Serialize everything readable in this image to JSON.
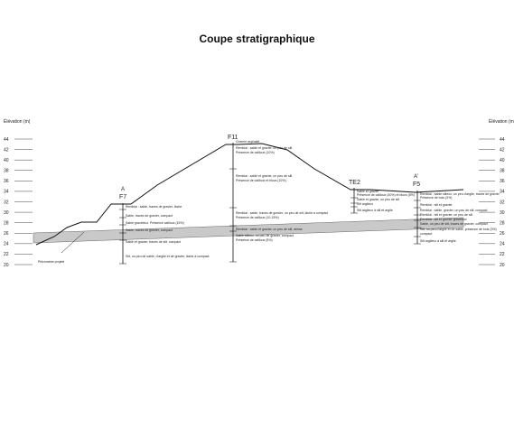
{
  "title": "Coupe stratigraphique",
  "axis": {
    "label": "Élévation (m)",
    "ticks": [
      44,
      42,
      40,
      38,
      36,
      34,
      32,
      30,
      28,
      26,
      24,
      22,
      20
    ],
    "range": [
      20,
      44
    ]
  },
  "piezo_label": "Piézomètre projeté",
  "boreholes": [
    {
      "id": "F7",
      "prefix": "A",
      "layers": [
        {
          "text": "Remblai : sable, traces de gravier, lâche"
        },
        {
          "text": "Sable, traces de gravier, compact"
        },
        {
          "text": "Sable graveleux. Présence cailloux (15%)"
        },
        {
          "text": "Sable, traces de gravier, compact"
        },
        {
          "text": "Sable et gravier, traces de silt, compact"
        },
        {
          "text": "Silt, un peu de sable, d'argile et de gravier, lâche à compact"
        }
      ]
    },
    {
      "id": "F11",
      "prefix": "",
      "layers": [
        {
          "text": "Chemin asphalté"
        },
        {
          "text": "Remblai : sable et gravier, un peu de silt"
        },
        {
          "text": "Présence de cailloux (10%)"
        },
        {
          "text": "Remblai : sable et gravier, un peu de silt"
        },
        {
          "text": "Présence de cailloux et blocs (10%)"
        },
        {
          "text": "Remblai : sable, traces de gravier, un peu de silt, lâche à compact"
        },
        {
          "text": "Présence de cailloux (10-15%)"
        },
        {
          "text": "Remblai : sable et gravier, un peu de silt, dense"
        },
        {
          "text": "Sable silteux, un peu de gravier, compact"
        },
        {
          "text": "Présence de cailloux (5%)"
        }
      ]
    },
    {
      "id": "TE2",
      "prefix": "",
      "layers": [
        {
          "text": "Sable et gravier"
        },
        {
          "text": "Présence de cailloux (30%) et blocs (5%)"
        },
        {
          "text": "Sable et gravier, un peu de silt"
        },
        {
          "text": "Silt argileux"
        },
        {
          "text": "Silt argileux à silt et argile"
        }
      ]
    },
    {
      "id": "F5",
      "prefix": "A'",
      "layers": [
        {
          "text": "Remblai : sable silteux, un peu d'argile, traces de gravier"
        },
        {
          "text": "Présence de bois (3%)"
        },
        {
          "text": "Remblai : silt et gravier"
        },
        {
          "text": "Remblai : sable, gravier, un peu de silt, compact"
        },
        {
          "text": "Remblai : silt et gravier, un peu de silt"
        },
        {
          "text": "Remblai : silt et gravier graveleux"
        },
        {
          "text": "Sable, un peu de silt, traces de gravier, compact"
        },
        {
          "text": "Silt, un peu d'argile et de sable, présence de bois (3%)"
        },
        {
          "text": "compact"
        },
        {
          "text": "Silt argileux à silt et argile"
        }
      ]
    }
  ]
}
